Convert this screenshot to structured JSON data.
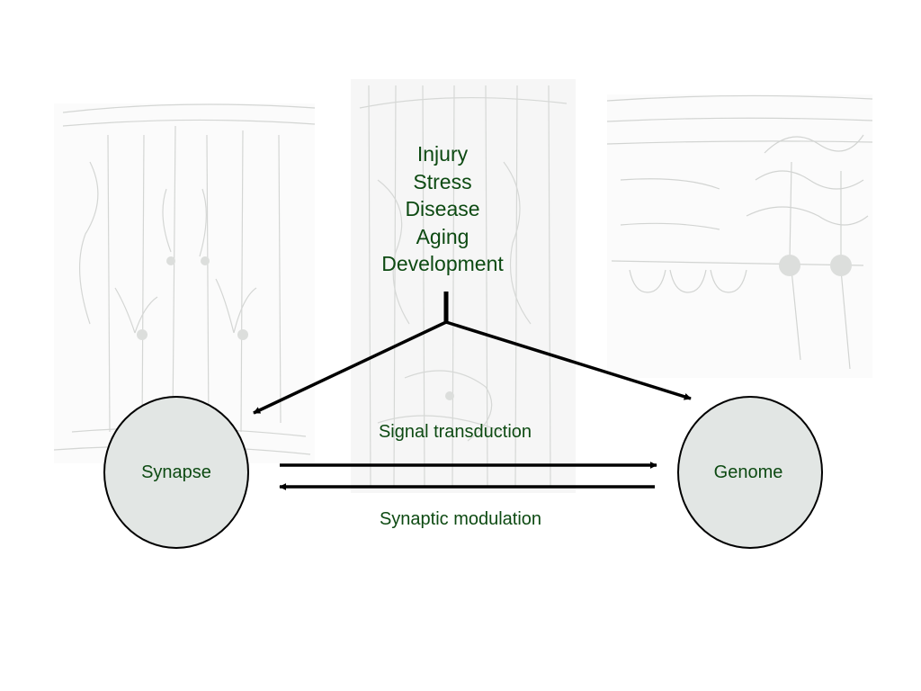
{
  "factors": [
    "Injury",
    "Stress",
    "Disease",
    "Aging",
    "Development"
  ],
  "nodes": {
    "synapse": "Synapse",
    "genome": "Genome"
  },
  "flows": {
    "forward": "Signal transduction",
    "reverse": "Synaptic modulation"
  },
  "colors": {
    "text": "#0d4a12",
    "node_fill": "#e2e6e4",
    "stroke": "#000000",
    "background_illustration": "#d2d4d2"
  },
  "background_illustrations": [
    "neuron-drawing-left",
    "neuron-drawing-center",
    "neuron-drawing-right"
  ]
}
